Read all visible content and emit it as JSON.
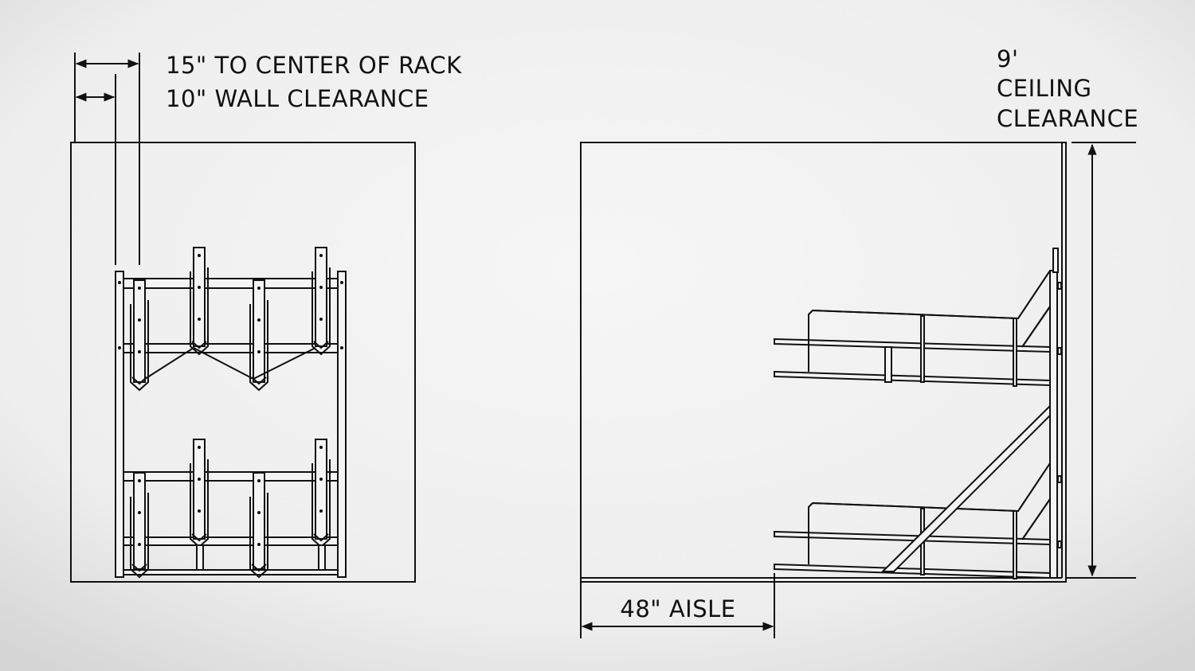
{
  "labels": {
    "center_of_rack": "15\" TO CENTER OF RACK",
    "wall_clearance": "10\" WALL CLEARANCE",
    "ceiling_height": "9'",
    "ceiling_line1": "CEILING",
    "ceiling_line2": "CLEARANCE",
    "aisle": "48\" AISLE"
  },
  "colors": {
    "line": "#111111",
    "background": "#f2f2f2",
    "vignette": "#d6d6d6"
  }
}
